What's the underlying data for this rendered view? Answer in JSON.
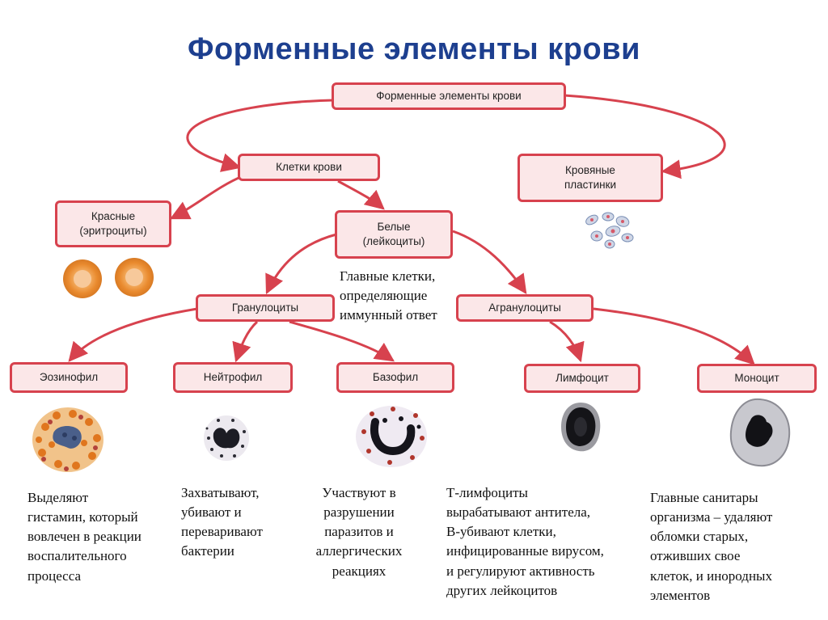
{
  "title": "Форменные элементы крови",
  "nodes": {
    "root": "Форменные элементы крови",
    "blood_cells": "Клетки  крови",
    "platelets": "Кровяные\nпластинки",
    "red": "Красные\n(эритроциты)",
    "white": "Белые\n(лейкоциты)",
    "granulocytes": "Гранулоциты",
    "agranulocytes": "Агранулоциты",
    "eosinophil": "Эозинофил",
    "neutrophil": "Нейтрофил",
    "basophil": "Базофил",
    "lymphocyte": "Лимфоцит",
    "monocyte": "Моноцит"
  },
  "notes": {
    "white_role": "Главные клетки,\nопределяющие\nиммунный ответ",
    "eosinophil": "Выделяют\nгистамин, который\nвовлечен в реакции\nвоспалительного\nпроцесса",
    "neutrophil": "Захватывают,\nубивают и\nпереваривают\nбактерии",
    "basophil": "Участвуют в\nразрушении\nпаразитов и\nаллергических\nреакциях",
    "lymphocyte": "Т-лимфоциты\nвырабатывают антитела,\nВ-убивают клетки,\nинфицированные вирусом,\nи регулируют активность\nдругих лейкоцитов",
    "monocyte": "Главные санитары\nорганизма – удаляют\nобломки старых,\nотживших свое\nклеток, и инородных\nэлементов"
  },
  "colors": {
    "title": "#1d3f8f",
    "box_border": "#d7424e",
    "box_fill": "#fbe7e8",
    "arrow": "#d7424e"
  }
}
